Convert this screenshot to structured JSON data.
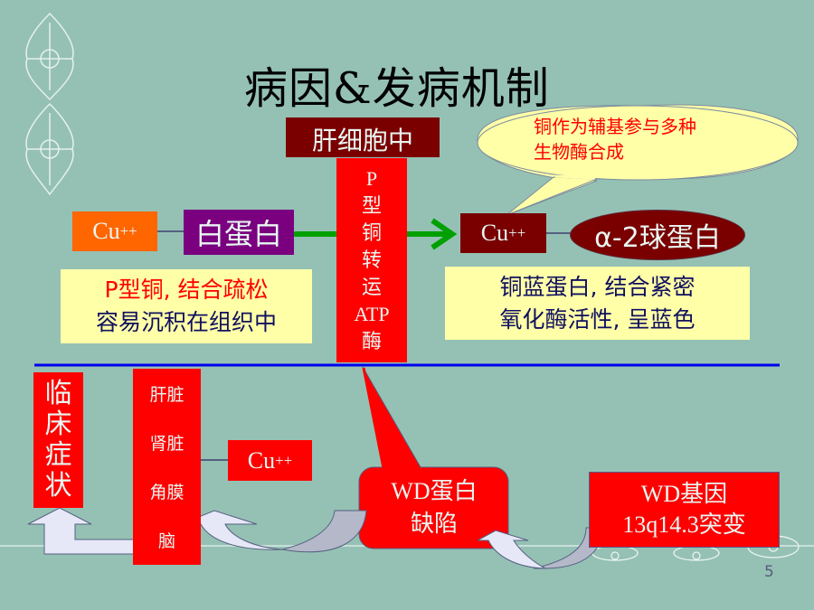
{
  "slide": {
    "title": "病因&发病机制",
    "page_number": "5"
  },
  "top_section": {
    "location_label": "肝细胞中",
    "cu_left": {
      "base": "Cu",
      "sup": "++"
    },
    "albumin_label": "白蛋白",
    "transporter_lines": [
      "P",
      "型",
      "铜",
      "转",
      "运",
      "ATP",
      "酶"
    ],
    "cu_right": {
      "base": "Cu",
      "sup": "++"
    },
    "globulin_label": "α-2球蛋白",
    "callout_lines": [
      "铜作为辅基参与多种",
      "生物酶合成"
    ],
    "note_left": {
      "line1": "P型铜, 结合疏松",
      "line2": "容易沉积在组织中"
    },
    "note_right": {
      "line1": "铜蓝蛋白, 结合紧密",
      "line2": "氧化酶活性, 呈蓝色"
    }
  },
  "bottom_section": {
    "clinical_lines": [
      "临",
      "床",
      "症",
      "状"
    ],
    "organs": [
      "肝脏",
      "肾脏",
      "角膜",
      "脑"
    ],
    "cu_organ": {
      "base": "Cu",
      "sup": "++"
    },
    "wd_protein": {
      "line1": "WD蛋白",
      "line2": "缺陷"
    },
    "wd_gene": {
      "line1": "WD基因",
      "line2": "13q14.3突变"
    }
  },
  "colors": {
    "background": "#95c1b4",
    "red": "#ff0000",
    "dark_red": "#7a0000",
    "purple": "#7a0080",
    "orange": "#ff6600",
    "note_yellow": "#ffffa8",
    "divider_blue": "#0000ee",
    "arrow_green": "#00a000"
  }
}
